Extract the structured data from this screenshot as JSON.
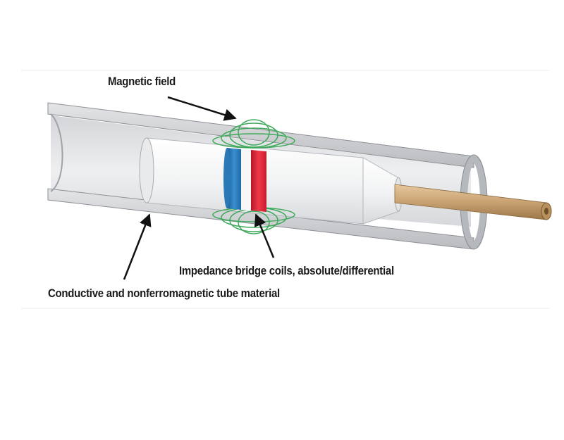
{
  "labels": {
    "magnetic_field": "Magnetic field",
    "coils": "Impedance bridge coils, absolute/differential",
    "tube_material": "Conductive and nonferromagnetic tube material"
  },
  "colors": {
    "tube_gray": "#c8cacd",
    "probe_white": "#f2f3f4",
    "coil_blue": "#2a7ab8",
    "coil_red": "#e0283a",
    "field_green": "#3daa5a",
    "cable_tan": "#c9a272",
    "arrow": "#111111"
  }
}
